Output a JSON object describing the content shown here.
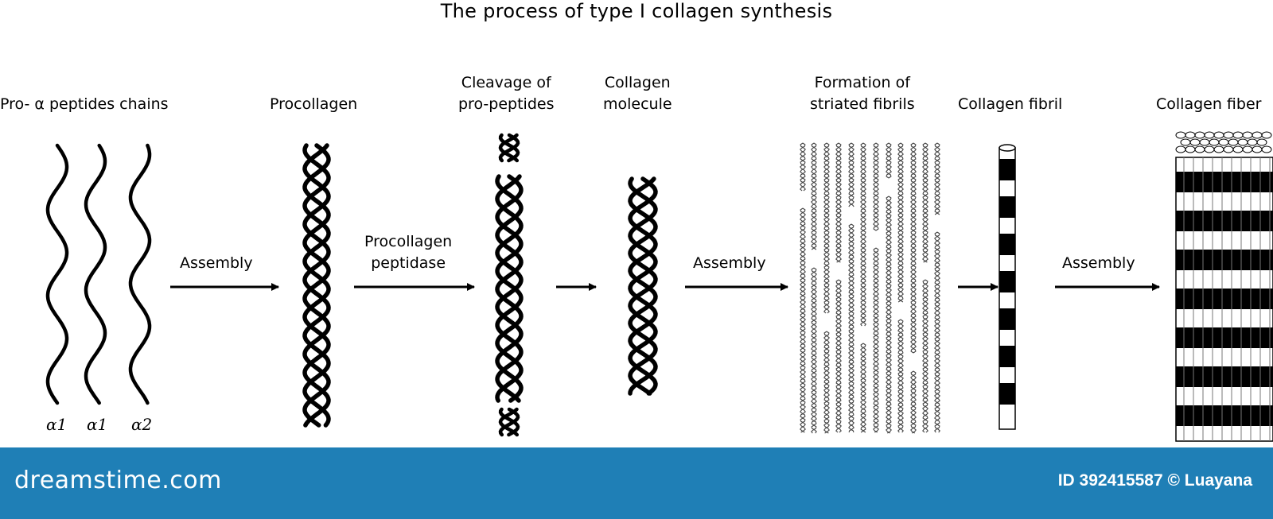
{
  "title": "The process of type I collagen synthesis",
  "stages": {
    "pro_alpha": "Pro- α peptides chains",
    "procollagen": "Procollagen",
    "cleavage": [
      "Cleavage of",
      "pro-peptides"
    ],
    "molecule": [
      "Collagen",
      "molecule"
    ],
    "striated": [
      "Formation of",
      "striated fibrils"
    ],
    "fibril": "Collagen fibril",
    "fiber": "Collagen fiber"
  },
  "chain_labels": [
    "α1",
    "α1",
    "α2"
  ],
  "arrows": {
    "assembly_1": "Assembly",
    "peptidase": [
      "Procollagen",
      "peptidase"
    ],
    "assembly_2": "Assembly",
    "assembly_3": "Assembly"
  },
  "footer": {
    "brand": "dreamstime.com",
    "credit": "ID 392415587 © Luayana",
    "color": "#1f7fb6"
  }
}
